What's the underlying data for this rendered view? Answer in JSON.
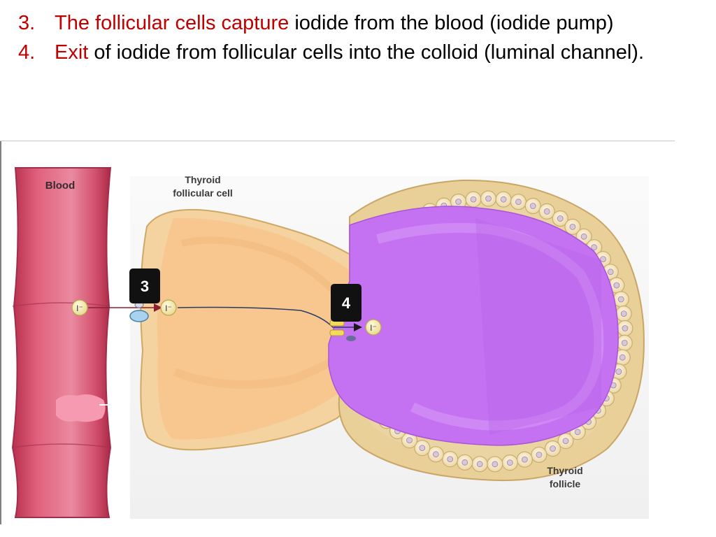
{
  "steps": [
    {
      "number": "3.",
      "highlight": "The follicular cells capture",
      "rest": " iodide from the blood (iodide pump)"
    },
    {
      "number": "4.",
      "highlight": "Exit",
      "rest": " of iodide from follicular cells into the colloid (luminal channel)."
    }
  ],
  "diagram": {
    "blood_label": "Blood",
    "cell_label_line1": "Thyroid",
    "cell_label_line2": "follicular cell",
    "follicle_label_line1": "Thyroid",
    "follicle_label_line2": "follicle",
    "iodide_symbol": "I⁻",
    "badge_3": "3",
    "badge_4": "4"
  },
  "colors": {
    "highlight_text": "#c00000",
    "blood_vessel": "#d9506e",
    "cell": "#f7c98f",
    "colloid": "#c36cf0",
    "follicle_wall": "#e8cc92",
    "badge": "#111111"
  }
}
